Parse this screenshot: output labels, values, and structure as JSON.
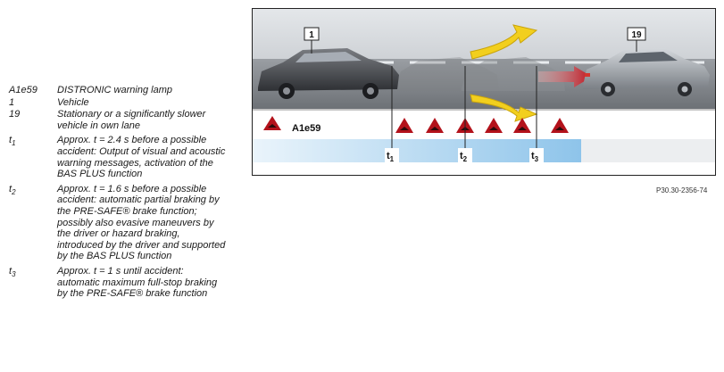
{
  "legend": [
    {
      "key": "A1e59",
      "key_sub": "",
      "desc": "DISTRONIC warning lamp"
    },
    {
      "key": "1",
      "key_sub": "",
      "desc": "Vehicle"
    },
    {
      "key": "19",
      "key_sub": "",
      "desc": "Stationary or a significantly slower vehicle in own lane"
    },
    {
      "key": "t",
      "key_sub": "1",
      "desc": "Approx. t = 2.4 s before a possible accident: Output of visual and acoustic warning messages, activation of the BAS PLUS function"
    },
    {
      "key": "t",
      "key_sub": "2",
      "desc": "Approx. t = 1.6 s before a possible accident: automatic partial braking by the PRE-SAFE® brake function; possibly also evasive maneuvers by the driver or hazard braking, introduced by the driver and supported by the BAS PLUS function"
    },
    {
      "key": "t",
      "key_sub": "3",
      "desc": "Approx. t = 1 s until accident: automatic maximum full-stop braking by the PRE-SAFE® brake function"
    }
  ],
  "figure": {
    "callout_vehicle": "1",
    "callout_obstacle": "19",
    "lamp_label": "A1e59",
    "time_markers": [
      {
        "t": "t",
        "sub": "1"
      },
      {
        "t": "t",
        "sub": "2"
      },
      {
        "t": "t",
        "sub": "3"
      }
    ],
    "reference": "P30.30-2356-74",
    "colors": {
      "warning_red": "#b3121b",
      "arrow_yellow": "#f2cf1e",
      "arrow_red": "#c0101b",
      "bar_blue": "#8ec4ea"
    }
  }
}
